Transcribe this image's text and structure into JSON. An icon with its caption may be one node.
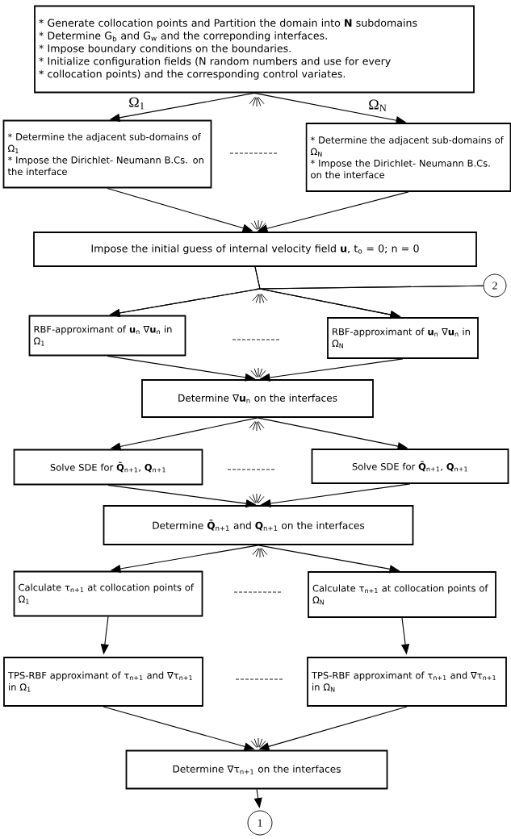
{
  "diagram": {
    "nodes": [
      {
        "text": [
          "* Generate collocation points and Partition the domain into **N** subdomains",
          "* Determine G$_{b}$ and G$_{w}$ and the correponding interfaces.",
          "* Impose boundary conditions on the boundaries.",
          "* Initialize configuration fields  (N random numbers and use for every",
          "* collocation points)  and the corresponding control variates."
        ]
      },
      {
        "text": [
          "* Determine the adjacent sub-domains of Ω$_{1}$",
          "* Impose the Dirichlet- Neumann B.Cs. on the interface"
        ]
      },
      {
        "text": [
          "* Determine the adjacent sub-domains of Ω$_{N}$",
          "* Impose the Dirichlet- Neumann B.Cs. on the interface"
        ]
      },
      {
        "text": [
          "Impose the initial guess  of internal velocity field **u**, t$_{o}$ = 0; n = 0"
        ]
      },
      {
        "text": [
          "2"
        ]
      },
      {
        "text": [
          "RBF-approximant of **u**$_{n}$ ∇**u**$_{n}$ in  Ω$_{1}$"
        ]
      },
      {
        "text": [
          "RBF-approximant of **u**$_{n}$ ∇**u**$_{n}$ in  Ω$_{N}$"
        ]
      },
      {
        "text": [
          "Determine ∇**u**$_{n}$  on the interfaces"
        ]
      },
      {
        "text": [
          "Solve SDE for **Q̄**$_{n+1}$, **Q**$_{n+1}$"
        ]
      },
      {
        "text": [
          "Solve SDE for **Q̄**$_{n+1}$, **Q**$_{n+1}$"
        ]
      },
      {
        "text": [
          "Determine **Q̄**$_{n+1}$  and **Q**$_{n+1}$  on the interfaces"
        ]
      },
      {
        "text": [
          "Calculate τ$_{n+1}$ at collocation points of  Ω$_{1}$"
        ]
      },
      {
        "text": [
          "Calculate τ$_{n+1}$ at  collocation points of  Ω$_{N}$"
        ]
      },
      {
        "text": [
          "TPS-RBF approximant of τ$_{n+1}$ and  ∇τ$_{n+1}$  in  Ω$_{1}$"
        ]
      },
      {
        "text": [
          "TPS-RBF approximant of τ$_{n+1}$ and  ∇τ$_{n+1}$ in  Ω$_{N}$"
        ]
      },
      {
        "text": [
          "Determine  ∇τ$_{n+1}$  on the interfaces"
        ]
      },
      {
        "text": [
          "1"
        ]
      }
    ],
    "edges": [
      {
        "from": 0,
        "to": 1,
        "arrow": "to",
        "label": "Ω$_{1}$"
      },
      {
        "from": 0,
        "to": 2,
        "arrow": "to",
        "label": "Ω$_{N}$"
      },
      {
        "from": 1,
        "to": 3,
        "arrow": "to"
      },
      {
        "from": 2,
        "to": 3,
        "arrow": "to"
      },
      {
        "from": 3,
        "to": 5,
        "arrow": "to"
      },
      {
        "from": 3,
        "to": 6,
        "arrow": "to"
      },
      {
        "from": 4,
        "to": 5,
        "arrow": "to"
      },
      {
        "from": 4,
        "to": 6,
        "arrow": "to"
      },
      {
        "from": 5,
        "to": 7,
        "arrow": "to"
      },
      {
        "from": 6,
        "to": 7,
        "arrow": "to"
      },
      {
        "from": 7,
        "to": 8,
        "arrow": "to"
      },
      {
        "from": 7,
        "to": 9,
        "arrow": "to"
      },
      {
        "from": 8,
        "to": 10,
        "arrow": "to"
      },
      {
        "from": 9,
        "to": 10,
        "arrow": "to"
      },
      {
        "from": 10,
        "to": 11,
        "arrow": "to"
      },
      {
        "from": 10,
        "to": 12,
        "arrow": "to"
      },
      {
        "from": 11,
        "to": 13,
        "arrow": "to"
      },
      {
        "from": 12,
        "to": 14,
        "arrow": "to"
      },
      {
        "from": 13,
        "to": 15,
        "arrow": "to"
      },
      {
        "from": 14,
        "to": 15,
        "arrow": "to"
      },
      {
        "from": 15,
        "to": 16,
        "arrow": "to"
      }
    ]
  }
}
